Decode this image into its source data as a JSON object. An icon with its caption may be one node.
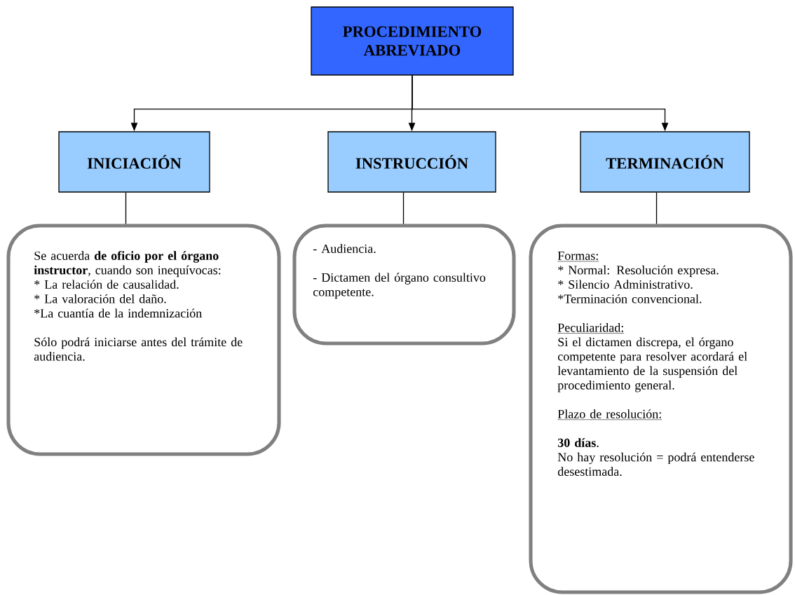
{
  "diagram": {
    "nodes": [
      {
        "text": [
          "PROCEDIMIENTO ABREVIADO"
        ]
      },
      {
        "text": [
          "INICIACIÓN"
        ]
      },
      {
        "text": [
          "INSTRUCCIÓN"
        ]
      },
      {
        "text": [
          "TERMINACIÓN"
        ]
      },
      {
        "text": [
          "Se acuerda **de oficio por el órgano instructor**, cuando son inequívocas:",
          "* La relación de causalidad.",
          "* La valoración del daño.",
          "*La cuantía de la indemnización",
          "Sólo podrá iniciarse antes del trámite de audiencia."
        ]
      },
      {
        "text": [
          "- Audiencia.",
          "- Dictamen del órgano consultivo competente."
        ]
      },
      {
        "text": [
          "Formas:",
          "* Normal: Resolución expresa.",
          "* Silencio Administrativo.",
          "*Terminación convencional.",
          "Peculiaridad:",
          "Si el dictamen discrepa, el órgano competente para resolver acordará el levantamiento de la suspensión del procedimiento general.",
          "Plazo de resolución:",
          "**30 días**.",
          "No hay resolución = podrá entenderse desestimada."
        ]
      }
    ],
    "edges": [
      {
        "from": 0,
        "to": 1,
        "arrow": "to"
      },
      {
        "from": 0,
        "to": 2,
        "arrow": "to"
      },
      {
        "from": 0,
        "to": 3,
        "arrow": "to"
      },
      {
        "from": 1,
        "to": 4,
        "arrow": "none"
      },
      {
        "from": 2,
        "to": 5,
        "arrow": "none"
      },
      {
        "from": 3,
        "to": 6,
        "arrow": "none"
      }
    ]
  }
}
